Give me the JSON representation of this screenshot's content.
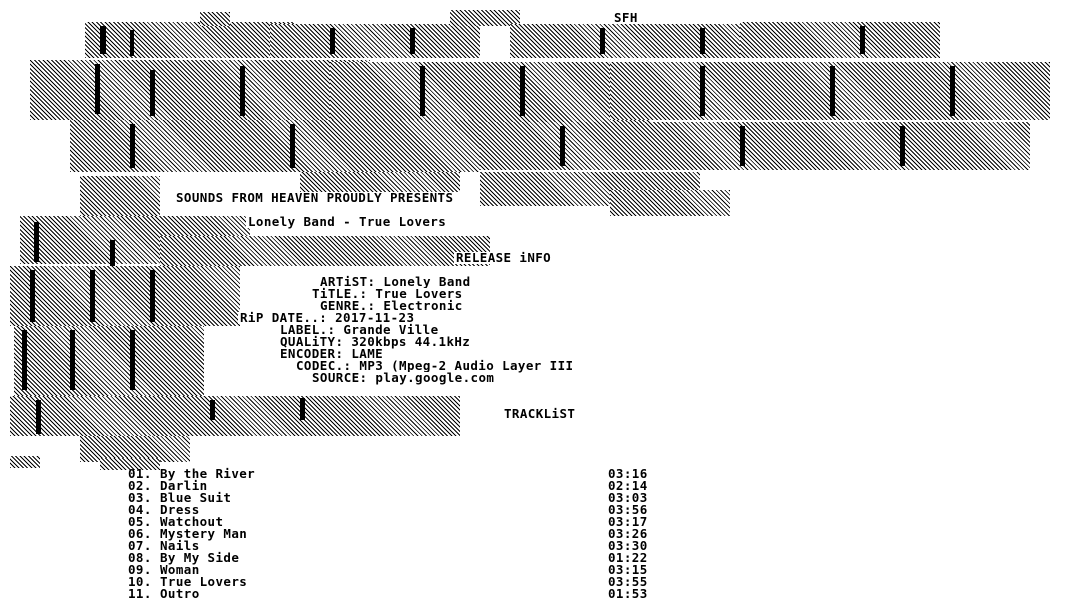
{
  "header": {
    "group_tag": "SFH",
    "presents": "SOUNDS FROM HEAVEN PROUDLY PRESENTS",
    "release_title": "Lonely Band - True Lovers"
  },
  "release_info": {
    "heading": "RELEASE iNFO",
    "fields": [
      {
        "label": "ARTiST:",
        "value": "Lonely Band"
      },
      {
        "label": "TiTLE.:",
        "value": "True Lovers"
      },
      {
        "label": "GENRE.:",
        "value": "Electronic"
      },
      {
        "label": "RiP DATE..:",
        "value": "2017-11-23"
      },
      {
        "label": "LABEL.:",
        "value": "Grande Ville"
      },
      {
        "label": "QUALiTY:",
        "value": "320kbps 44.1kHz"
      },
      {
        "label": "ENCODER:",
        "value": "LAME"
      },
      {
        "label": "CODEC.:",
        "value": "MP3 (Mpeg-2 Audio Layer III"
      },
      {
        "label": "SOURCE:",
        "value": "play.google.com"
      }
    ]
  },
  "tracklist": {
    "heading": "TRACKLiST",
    "tracks": [
      {
        "num": "01.",
        "title": "By the River",
        "duration": "03:16"
      },
      {
        "num": "02.",
        "title": "Darlin",
        "duration": "02:14"
      },
      {
        "num": "03.",
        "title": "Blue Suit",
        "duration": "03:03"
      },
      {
        "num": "04.",
        "title": "Dress",
        "duration": "03:56"
      },
      {
        "num": "05.",
        "title": "Watchout",
        "duration": "03:17"
      },
      {
        "num": "06.",
        "title": "Mystery Man",
        "duration": "03:26"
      },
      {
        "num": "07.",
        "title": "Nails",
        "duration": "03:30"
      },
      {
        "num": "08.",
        "title": "By My Side",
        "duration": "01:22"
      },
      {
        "num": "09.",
        "title": "Woman",
        "duration": "03:15"
      },
      {
        "num": "10.",
        "title": "True Lovers",
        "duration": "03:55"
      },
      {
        "num": "11.",
        "title": "Outro",
        "duration": "01:53"
      }
    ]
  }
}
